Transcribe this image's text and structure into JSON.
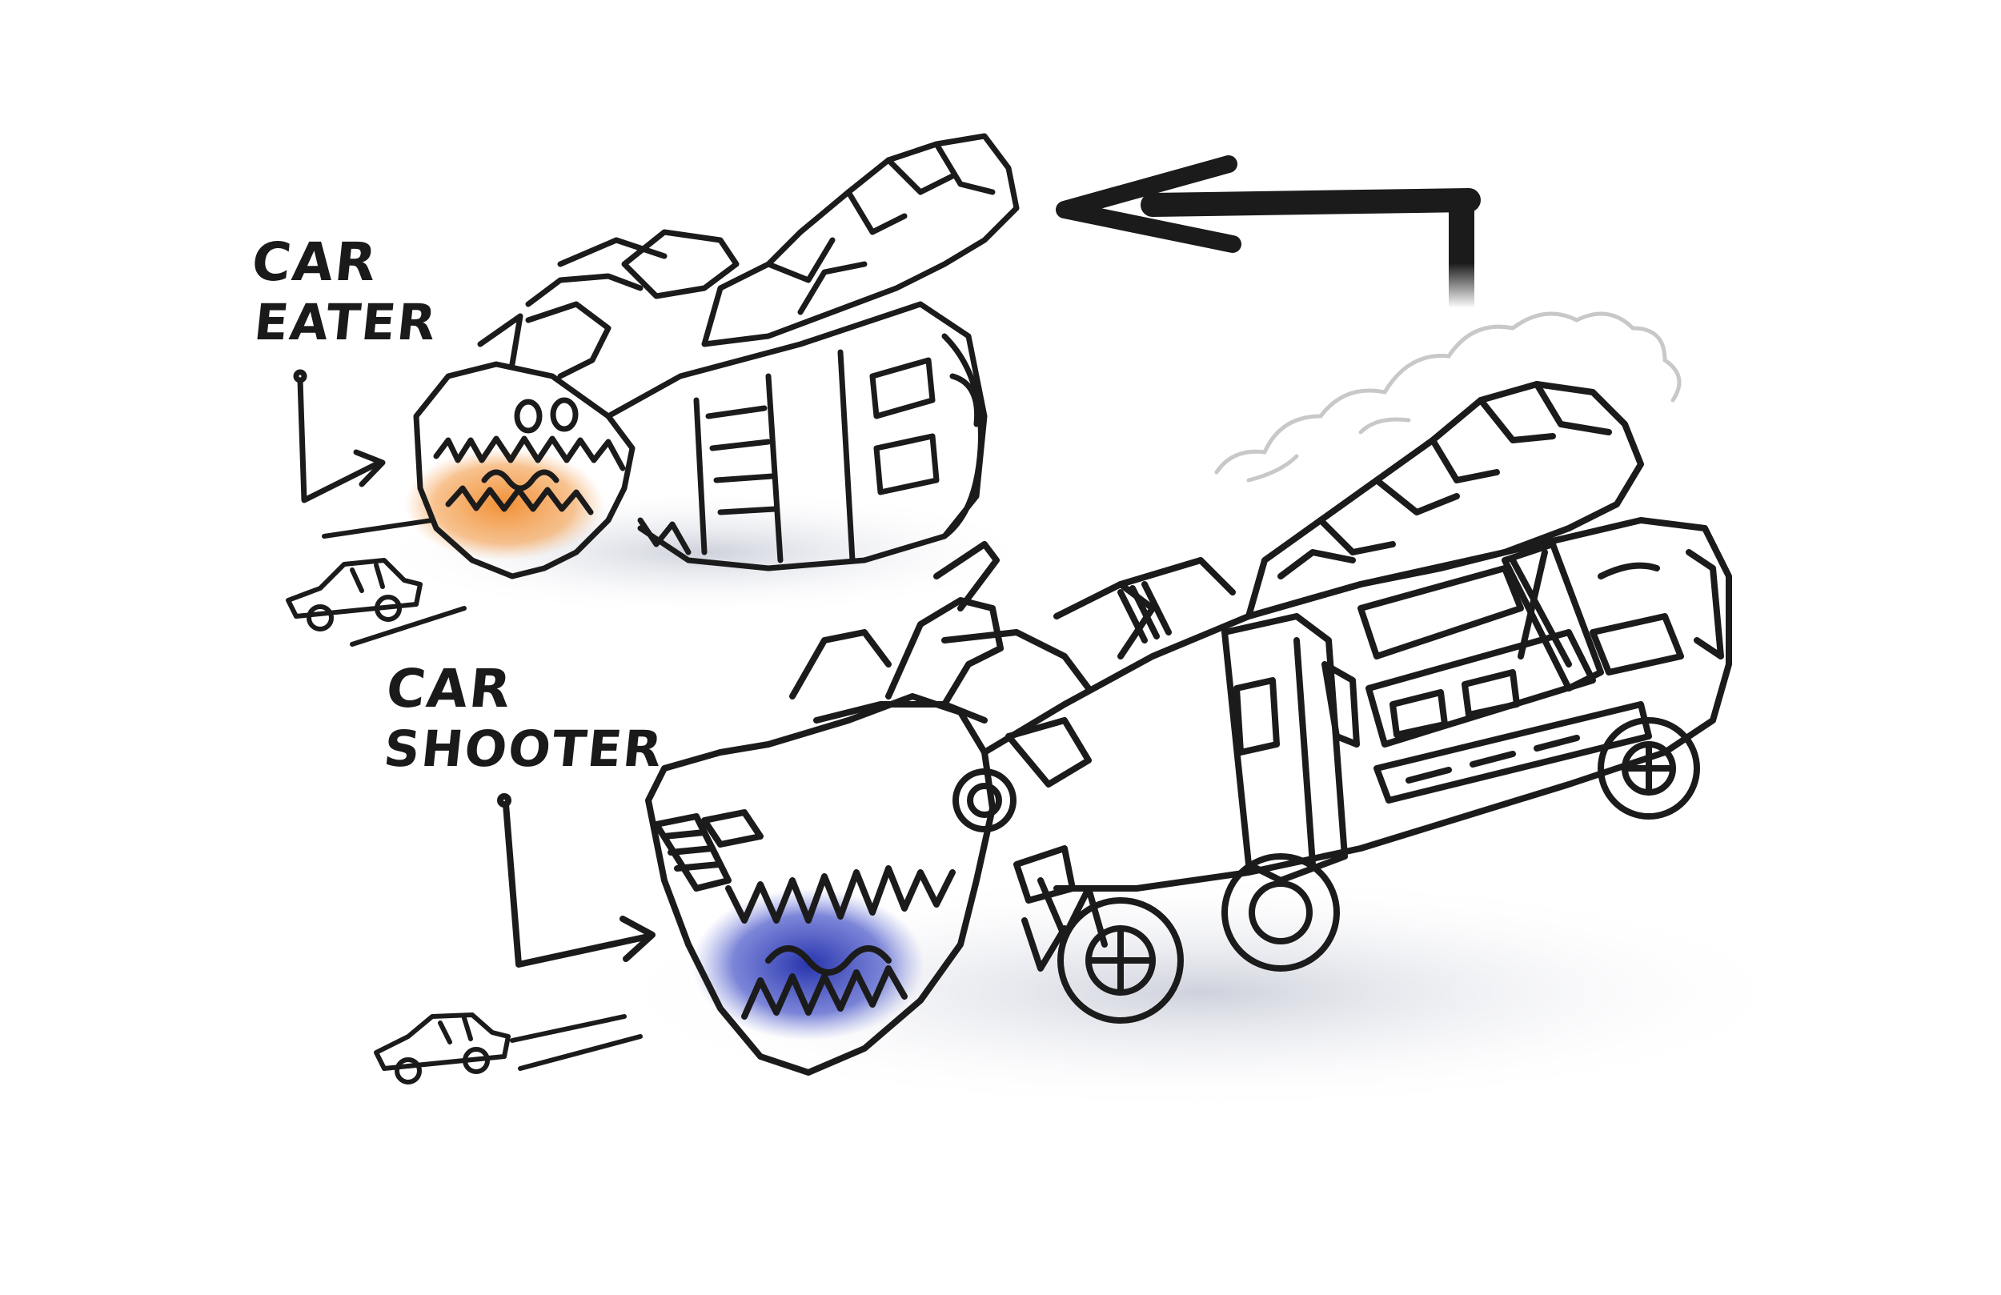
{
  "labels": {
    "car_eater": [
      "CAR",
      "EATER"
    ],
    "car_shooter": [
      "CAR",
      "SHOOTER"
    ]
  },
  "colors": {
    "ink": "#1b1b1b",
    "eater_mouth_glow": "#f08a2a",
    "shooter_mouth_glow": "#2233b8",
    "smoke": "#c8c8c8",
    "shadow": "#d9dbe3"
  }
}
